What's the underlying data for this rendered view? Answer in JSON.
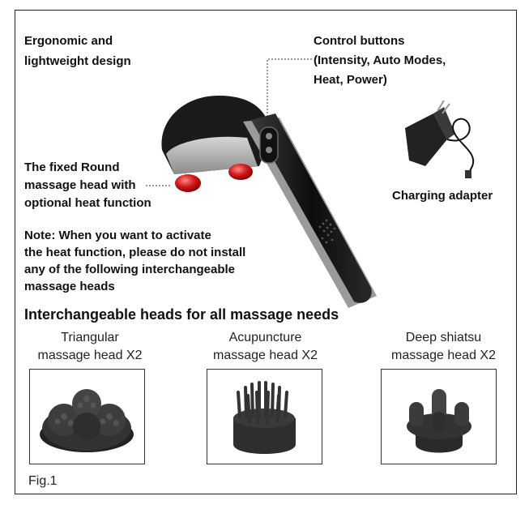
{
  "labels": {
    "design": [
      "Ergonomic and",
      "lightweight design"
    ],
    "controls": [
      "Control buttons",
      "(Intensity, Auto Modes,",
      "Heat, Power)"
    ],
    "fixed_head": [
      "The fixed Round",
      "massage head with",
      "optional heat function"
    ],
    "adapter": "Charging adapter",
    "note": [
      "Note: When you want to activate",
      "the heat function, please do not install",
      "any of the following interchangeable",
      "massage heads"
    ]
  },
  "section_heading": "Interchangeable heads for all massage needs",
  "heads": [
    {
      "line1": "Triangular",
      "line2": "massage head X2"
    },
    {
      "line1": "Acupuncture",
      "line2": "massage head X2"
    },
    {
      "line1": "Deep shiatsu",
      "line2": "massage head X2"
    }
  ],
  "figure_label": "Fig.1"
}
